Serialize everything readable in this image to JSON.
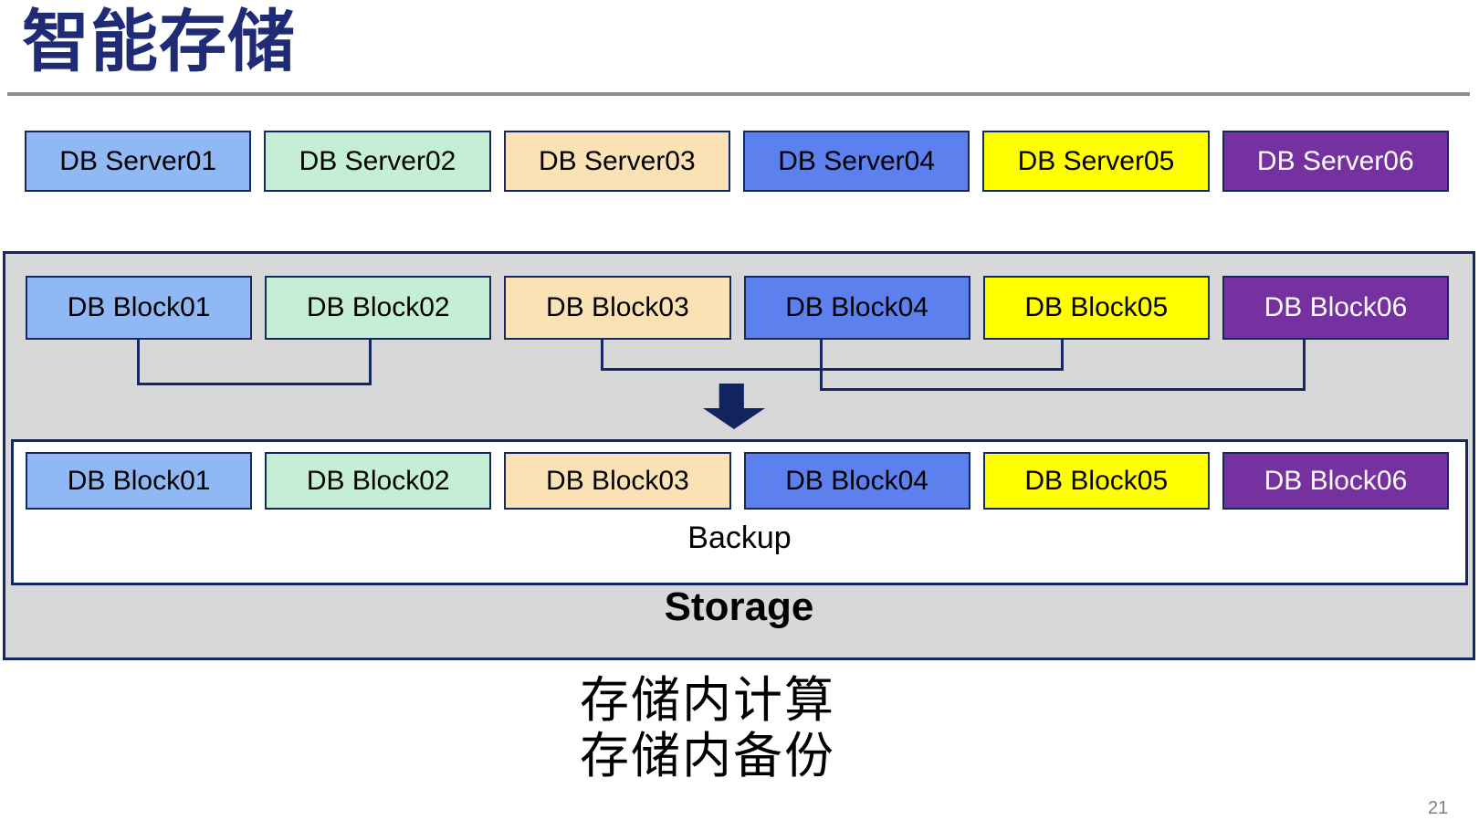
{
  "title": "智能存储",
  "title_color": "#1F2B75",
  "divider_color": "#8C8C8C",
  "border_color": "#152861",
  "arrow_color": "#12245E",
  "container_bg": "#D8D8D8",
  "page_number": "21",
  "page_number_color": "#7F7F7F",
  "servers": [
    {
      "label": "DB Server01",
      "bg": "#8FB8F4",
      "fg": "#000000"
    },
    {
      "label": "DB Server02",
      "bg": "#C4EFD4",
      "fg": "#000000"
    },
    {
      "label": "DB Server03",
      "bg": "#FAE2B5",
      "fg": "#000000"
    },
    {
      "label": "DB Server04",
      "bg": "#5C80EE",
      "fg": "#000000"
    },
    {
      "label": "DB Server05",
      "bg": "#FFFF00",
      "fg": "#000000"
    },
    {
      "label": "DB Server06",
      "bg": "#7631A1",
      "fg": "#FFFFFF"
    }
  ],
  "blocks_top": [
    {
      "label": "DB Block01",
      "bg": "#8FB8F4",
      "fg": "#000000"
    },
    {
      "label": "DB Block02",
      "bg": "#C4EFD4",
      "fg": "#000000"
    },
    {
      "label": "DB Block03",
      "bg": "#FAE2B5",
      "fg": "#000000"
    },
    {
      "label": "DB Block04",
      "bg": "#5C80EE",
      "fg": "#000000"
    },
    {
      "label": "DB Block05",
      "bg": "#FFFF00",
      "fg": "#000000"
    },
    {
      "label": "DB Block06",
      "bg": "#7631A1",
      "fg": "#FFFFFF"
    }
  ],
  "blocks_bottom": [
    {
      "label": "DB Block01",
      "bg": "#8FB8F4",
      "fg": "#000000"
    },
    {
      "label": "DB Block02",
      "bg": "#C4EFD4",
      "fg": "#000000"
    },
    {
      "label": "DB Block03",
      "bg": "#FAE2B5",
      "fg": "#000000"
    },
    {
      "label": "DB Block04",
      "bg": "#5C80EE",
      "fg": "#000000"
    },
    {
      "label": "DB Block05",
      "bg": "#FFFF00",
      "fg": "#000000"
    },
    {
      "label": "DB Block06",
      "bg": "#7631A1",
      "fg": "#FFFFFF"
    }
  ],
  "storage_box": {
    "backup_label": "Backup",
    "storage_label": "Storage"
  },
  "caption": {
    "line1": "存储内计算",
    "line2": "存储内备份"
  }
}
